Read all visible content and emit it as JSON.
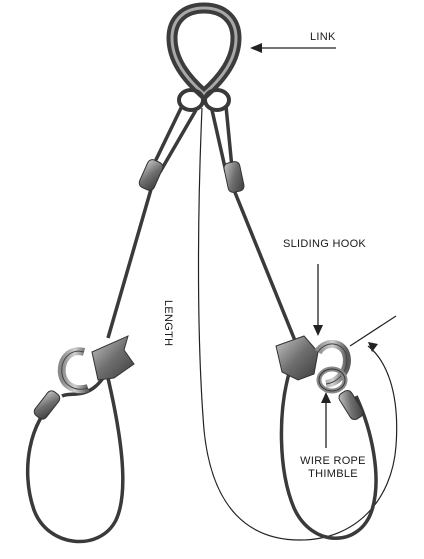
{
  "labels": {
    "link": "LINK",
    "sliding_hook": "SLIDING HOOK",
    "length": "LENGTH",
    "wire_rope_thimble_line1": "WIRE ROPE",
    "wire_rope_thimble_line2": "THIMBLE"
  },
  "colors": {
    "cable": "#3a3a3a",
    "metal_dark": "#4d4d4d",
    "metal_mid": "#7a7a7a",
    "metal_light": "#b8b8b8",
    "line": "#222222"
  }
}
